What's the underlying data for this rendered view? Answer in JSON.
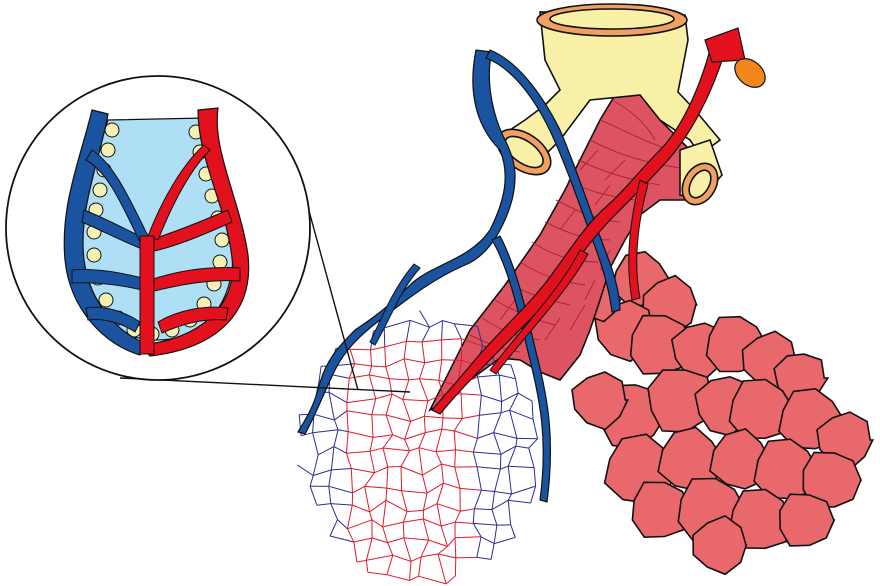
{
  "diagram": {
    "labels": [],
    "colors": {
      "background": "#ffffff",
      "outline": "#111111",
      "deoxygenated_vessel": "#1a53a0",
      "oxygenated_vessel": "#e3101e",
      "alveolus_tissue": "#e8686c",
      "bronchiole_tissue": "#de5362",
      "bronchiole_lines": "#a82838",
      "cartilage_ring": "#f9f0a8",
      "cartilage_rim": "#f0a060",
      "alveolar_air": "#aedff5",
      "alveolar_lining": "#f6f0b4",
      "capillary_red": "#e01a2a",
      "capillary_blue": "#2a2e8f",
      "artery_tip": "#f2851c"
    },
    "parts": [
      "magnified-alveolus-inset",
      "bronchus-cartilage",
      "bronchiole",
      "pulmonary-artery",
      "pulmonary-vein",
      "capillary-network",
      "alveolar-sac"
    ]
  }
}
